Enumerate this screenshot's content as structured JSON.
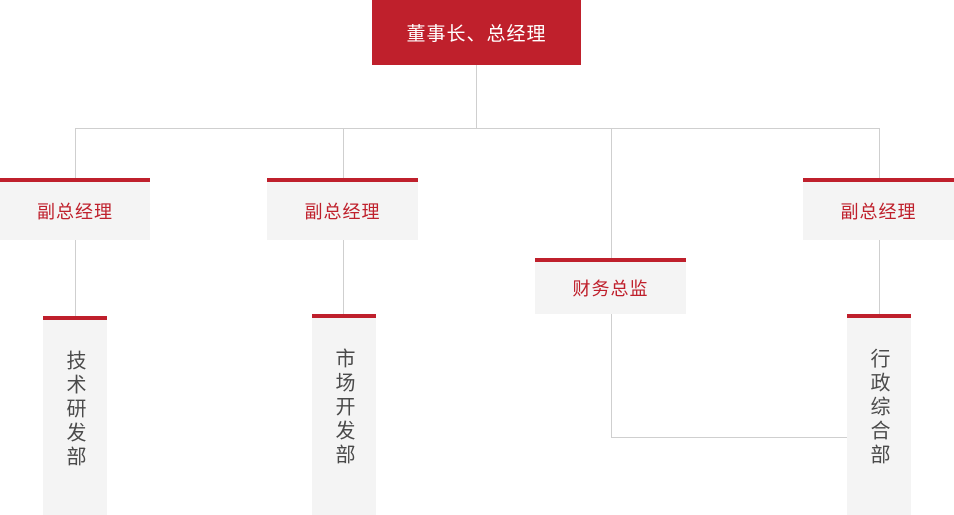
{
  "chart_title": "",
  "palette": {
    "red": "#bf202c",
    "box_fill": "#f4f4f4",
    "line": "#cfcfcf",
    "dept_text": "#4a4a4a",
    "top_text": "#ffffff"
  },
  "nodes": {
    "chairman": {
      "label": "董事长、总经理"
    },
    "vp1": {
      "label": "副总经理"
    },
    "vp2": {
      "label": "副总经理"
    },
    "vp3": {
      "label": "副总经理"
    },
    "cfo": {
      "label": "财务总监"
    },
    "dept_rd": {
      "label": "技术研发部"
    },
    "dept_market": {
      "label": "市场开发部"
    },
    "dept_admin": {
      "label": "行政综合部"
    }
  }
}
